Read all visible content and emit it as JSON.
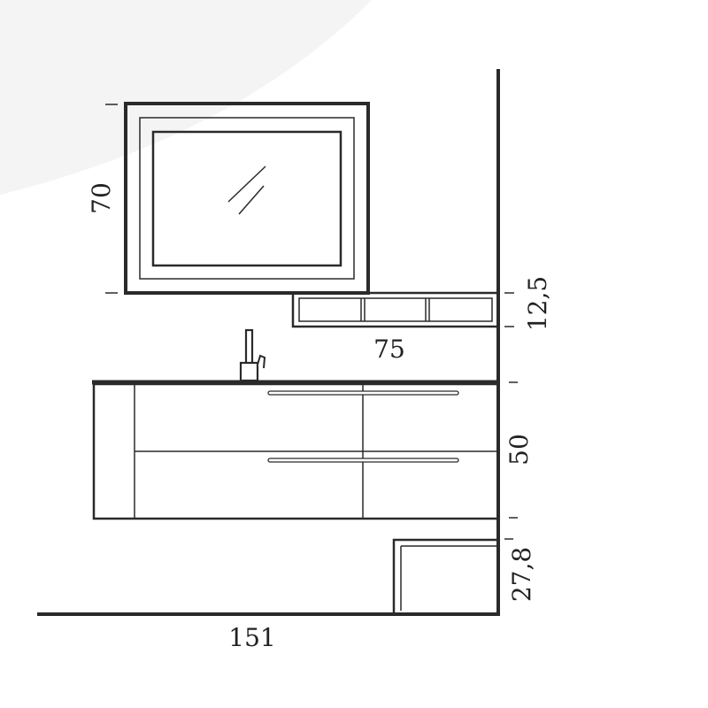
{
  "drawing": {
    "dimensions": {
      "mirror_height": "70",
      "shelf_height": "12,5",
      "shelf_width": "75",
      "cabinet_height": "50",
      "drawer_unit_height": "27,8",
      "total_width": "151"
    },
    "colors": {
      "line": "#2a2a2a",
      "background": "#ffffff",
      "glare_background": "#f4f4f4"
    }
  }
}
